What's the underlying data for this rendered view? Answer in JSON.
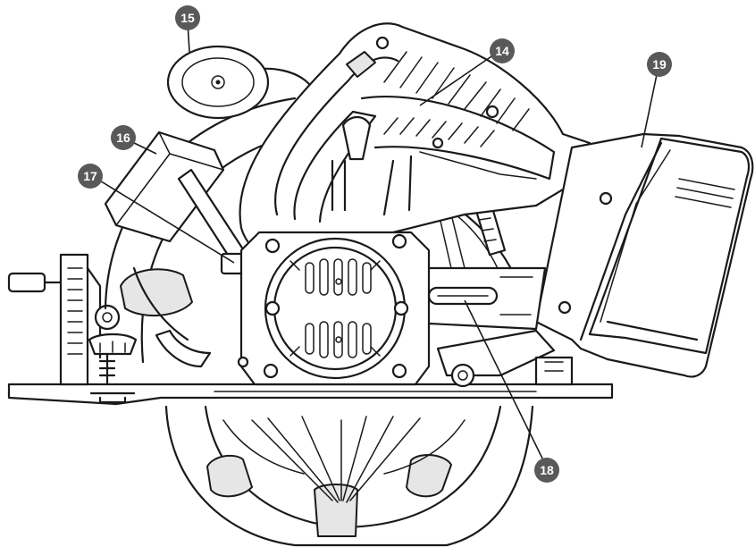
{
  "callouts": [
    {
      "id": "15",
      "label": "15"
    },
    {
      "id": "14",
      "label": "14"
    },
    {
      "id": "19",
      "label": "19"
    },
    {
      "id": "16",
      "label": "16"
    },
    {
      "id": "17",
      "label": "17"
    },
    {
      "id": "18",
      "label": "18"
    }
  ],
  "colors": {
    "line": "#1a1a1a",
    "badge": "#595959",
    "badge_text": "#ffffff"
  }
}
